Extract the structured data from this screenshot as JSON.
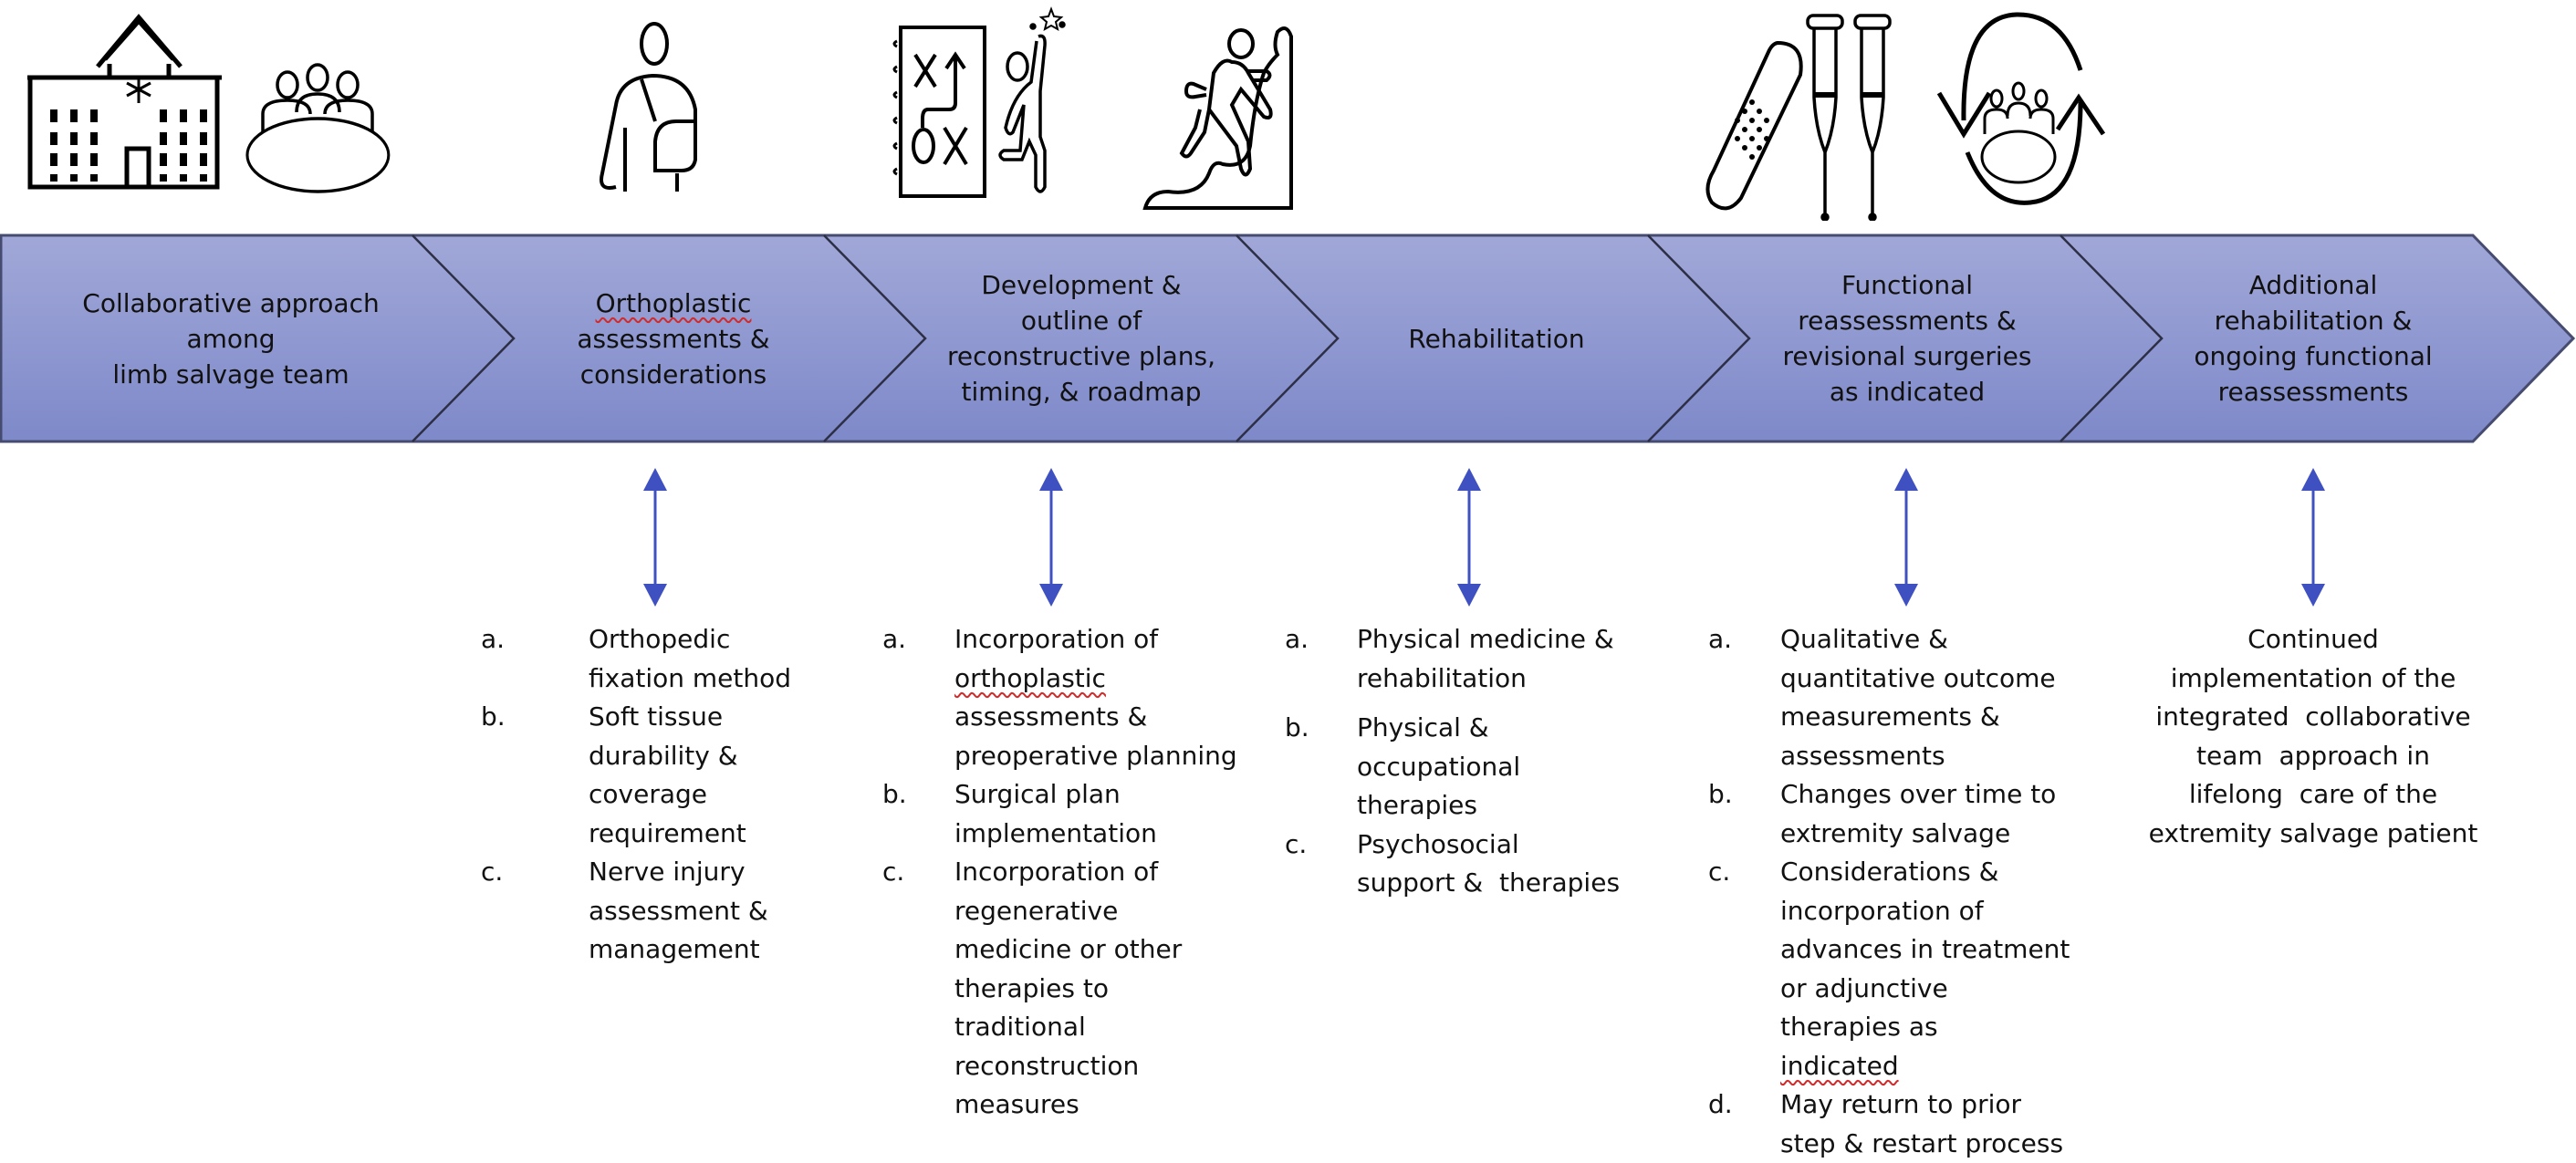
{
  "colors": {
    "band_top": "#a1a8d8",
    "band_bottom": "#7e89c9",
    "band_border": "#464c70",
    "arrow": "#3f51c0",
    "spellcheck": "#d12a2a"
  },
  "icons": [
    {
      "name": "hospital-icon"
    },
    {
      "name": "team-meeting-icon"
    },
    {
      "name": "arm-sling-patient-icon"
    },
    {
      "name": "strategy-playbook-icon"
    },
    {
      "name": "reaching-goal-person-icon"
    },
    {
      "name": "climbing-person-icon"
    },
    {
      "name": "bandage-icon"
    },
    {
      "name": "crutches-icon"
    },
    {
      "name": "cycle-team-meeting-icon"
    }
  ],
  "steps": [
    {
      "lines": [
        "Collaborative approach among",
        "limb salvage team"
      ]
    },
    {
      "lines": [
        "Orthoplastic",
        "assessments &",
        "considerations"
      ]
    },
    {
      "lines": [
        "Development &",
        "outline of",
        "reconstructive plans,",
        "timing, &  roadmap"
      ]
    },
    {
      "lines": [
        "Rehabilitation"
      ]
    },
    {
      "lines": [
        "Functional",
        "reassessments &",
        "revisional surgeries",
        "as indicated"
      ]
    },
    {
      "lines": [
        "Additional",
        "rehabilitation &",
        "ongoing  functional",
        "reassessments"
      ]
    }
  ],
  "details": [
    {
      "step": 2,
      "items": [
        {
          "letter": "a.",
          "lines": [
            "Orthopedic",
            "fixation method"
          ]
        },
        {
          "letter": "b.",
          "lines": [
            "Soft tissue",
            "durability &",
            "coverage",
            "requirement"
          ]
        },
        {
          "letter": "c.",
          "lines": [
            "Nerve injury",
            "assessment &",
            "management"
          ]
        }
      ]
    },
    {
      "step": 3,
      "items": [
        {
          "letter": "a.",
          "lines": [
            "Incorporation of",
            "orthoplastic",
            "assessments &",
            "preoperative planning"
          ]
        },
        {
          "letter": "b.",
          "lines": [
            "Surgical plan",
            "implementation"
          ]
        },
        {
          "letter": "c.",
          "lines": [
            "Incorporation of",
            "regenerative",
            "medicine or other",
            "therapies to",
            "traditional",
            "reconstruction",
            "measures"
          ]
        }
      ]
    },
    {
      "step": 4,
      "items": [
        {
          "letter": "a.",
          "lines": [
            "Physical medicine &",
            "rehabilitation"
          ]
        },
        {
          "letter": "b.",
          "lines": [
            "Physical &",
            "occupational",
            "therapies"
          ]
        },
        {
          "letter": "c.",
          "lines": [
            "Psychosocial",
            "support &  therapies"
          ]
        }
      ]
    },
    {
      "step": 5,
      "items": [
        {
          "letter": "a.",
          "lines": [
            "Qualitative &",
            "quantitative outcome",
            "measurements &",
            "assessments"
          ]
        },
        {
          "letter": "b.",
          "lines": [
            "Changes over time to",
            "extremity salvage"
          ]
        },
        {
          "letter": "c.",
          "lines": [
            "Considerations &",
            "incorporation of",
            "advances in treatment",
            "or adjunctive",
            "therapies as",
            "indicated"
          ]
        },
        {
          "letter": "d.",
          "lines": [
            "May return to prior",
            "step & restart process"
          ]
        }
      ]
    },
    {
      "step": 6,
      "lines": [
        "Continued",
        "implementation of the",
        "integrated  collaborative",
        "team  approach in",
        "lifelong  care of the",
        "extremity salvage patient"
      ]
    }
  ]
}
